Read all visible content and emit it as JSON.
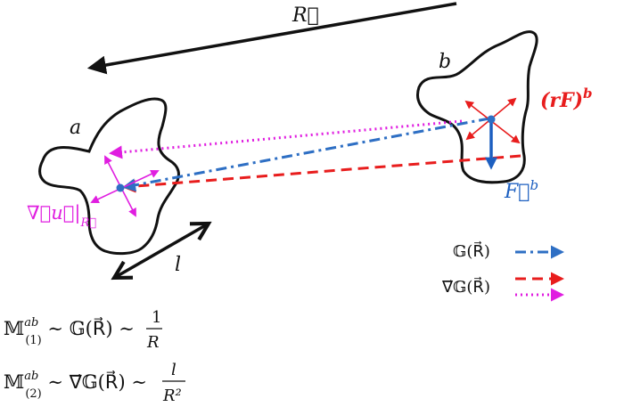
{
  "labels": {
    "vec_R": "R⃗",
    "particle_a": "a",
    "particle_b": "b",
    "length_l": "l",
    "force_label": "(rF)",
    "force_sup": "b",
    "force_vec": "F⃗",
    "force_vec_sup": "b",
    "grad_u_label": "∇⃗u⃗|",
    "grad_u_sub": "R⃗"
  },
  "legend": [
    {
      "label": "𝔾(R⃗)",
      "style": "dash-dot",
      "color": "#2e6fc4"
    },
    {
      "label": "∇⃗𝔾(R⃗)",
      "style": "dashed",
      "color": "#e81d1d"
    },
    {
      "label": "",
      "style": "dotted",
      "color": "#e01ee0"
    }
  ],
  "equations": [
    {
      "lhs": "𝕄",
      "sup": "ab",
      "sub": "(1)",
      "middle": " ∼ 𝔾(R⃗) ∼ ",
      "num": "1",
      "den": "R"
    },
    {
      "lhs": "𝕄",
      "sup": "ab",
      "sub": "(2)",
      "middle": " ∼ ∇⃗𝔾(R⃗) ∼ ",
      "num": "l",
      "den": "R²"
    }
  ],
  "colors": {
    "black": "#111111",
    "blue": "#2e6fc4",
    "red": "#e81d1d",
    "magenta": "#e01ee0",
    "force_blue": "#1d5fc0"
  }
}
